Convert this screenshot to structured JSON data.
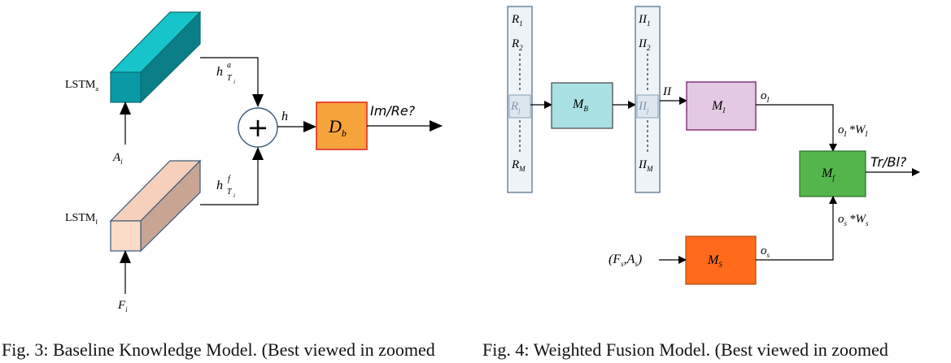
{
  "fig3": {
    "lstm_a": {
      "label": "LSTM",
      "sub": "a"
    },
    "lstm_f": {
      "label": "LSTM",
      "sub": "f"
    },
    "input_a": {
      "base": "A",
      "sub": "i"
    },
    "input_f": {
      "base": "F",
      "sub": "i"
    },
    "h_a": {
      "base": "h",
      "sup": "a",
      "sub": "T",
      "subsub": "i"
    },
    "h_f": {
      "base": "h",
      "sup": "f",
      "sub": "T",
      "subsub": "i"
    },
    "plus": "+",
    "h": "h",
    "db": {
      "base": "D",
      "sub": "b"
    },
    "output": "Im/Re?",
    "caption": "Fig. 3: Baseline Knowledge Model. (Best viewed in zoomed"
  },
  "fig4": {
    "r_column": {
      "r1": {
        "base": "R",
        "sub": "1"
      },
      "r2": {
        "base": "R",
        "sub": "2"
      },
      "rj": {
        "base": "R",
        "sub": "j"
      },
      "rm": {
        "base": "R",
        "sub": "M"
      }
    },
    "ii_column": {
      "ii1": {
        "base": "II",
        "sub": "1"
      },
      "ii2": {
        "base": "II",
        "sub": "2"
      },
      "iij": {
        "base": "II",
        "sub": "j"
      },
      "iim": {
        "base": "II",
        "sub": "M"
      }
    },
    "mb": {
      "base": "M",
      "sub": "B"
    },
    "ii_arrow": "II",
    "mi": {
      "base": "M",
      "sub": "I"
    },
    "oi": {
      "base": "o",
      "sub": "I"
    },
    "oi_w": {
      "o": "o",
      "o_sub": "I",
      "op": "*",
      "w": "W",
      "w_sub": "I"
    },
    "mf": {
      "base": "M",
      "sub": "f"
    },
    "output": "Tr/Bl?",
    "os_w": {
      "o": "o",
      "o_sub": "s",
      "op": "*",
      "w": "W",
      "w_sub": "s"
    },
    "ms": {
      "base": "M",
      "sub": "S"
    },
    "os": {
      "base": "o",
      "sub": "s"
    },
    "fs_as": {
      "open": "(",
      "f": "F",
      "f_sub": "s",
      "comma": ",",
      "a": "A",
      "a_sub": "s",
      "close": ")"
    },
    "caption": "Fig. 4: Weighted Fusion Model. (Best viewed in zoomed"
  },
  "colors": {
    "lstm_a_front": "#0a9aa6",
    "lstm_a_top": "#17c4c9",
    "lstm_a_side": "#0b7e87",
    "lstm_f_front": "#fbdcc8",
    "lstm_f_top": "#f6d0ba",
    "lstm_f_side": "#c8a493",
    "db_fill": "#f7a33b",
    "db_stroke": "#e63c2a",
    "mb_fill": "#a9e0e3",
    "mi_fill": "#e4c9e4",
    "mi_stroke": "#7c2b74",
    "mf_fill": "#54b54d",
    "ms_fill": "#ff6b1a",
    "column_fill": "#eef3f8",
    "column_stroke": "#4a6a8a"
  }
}
